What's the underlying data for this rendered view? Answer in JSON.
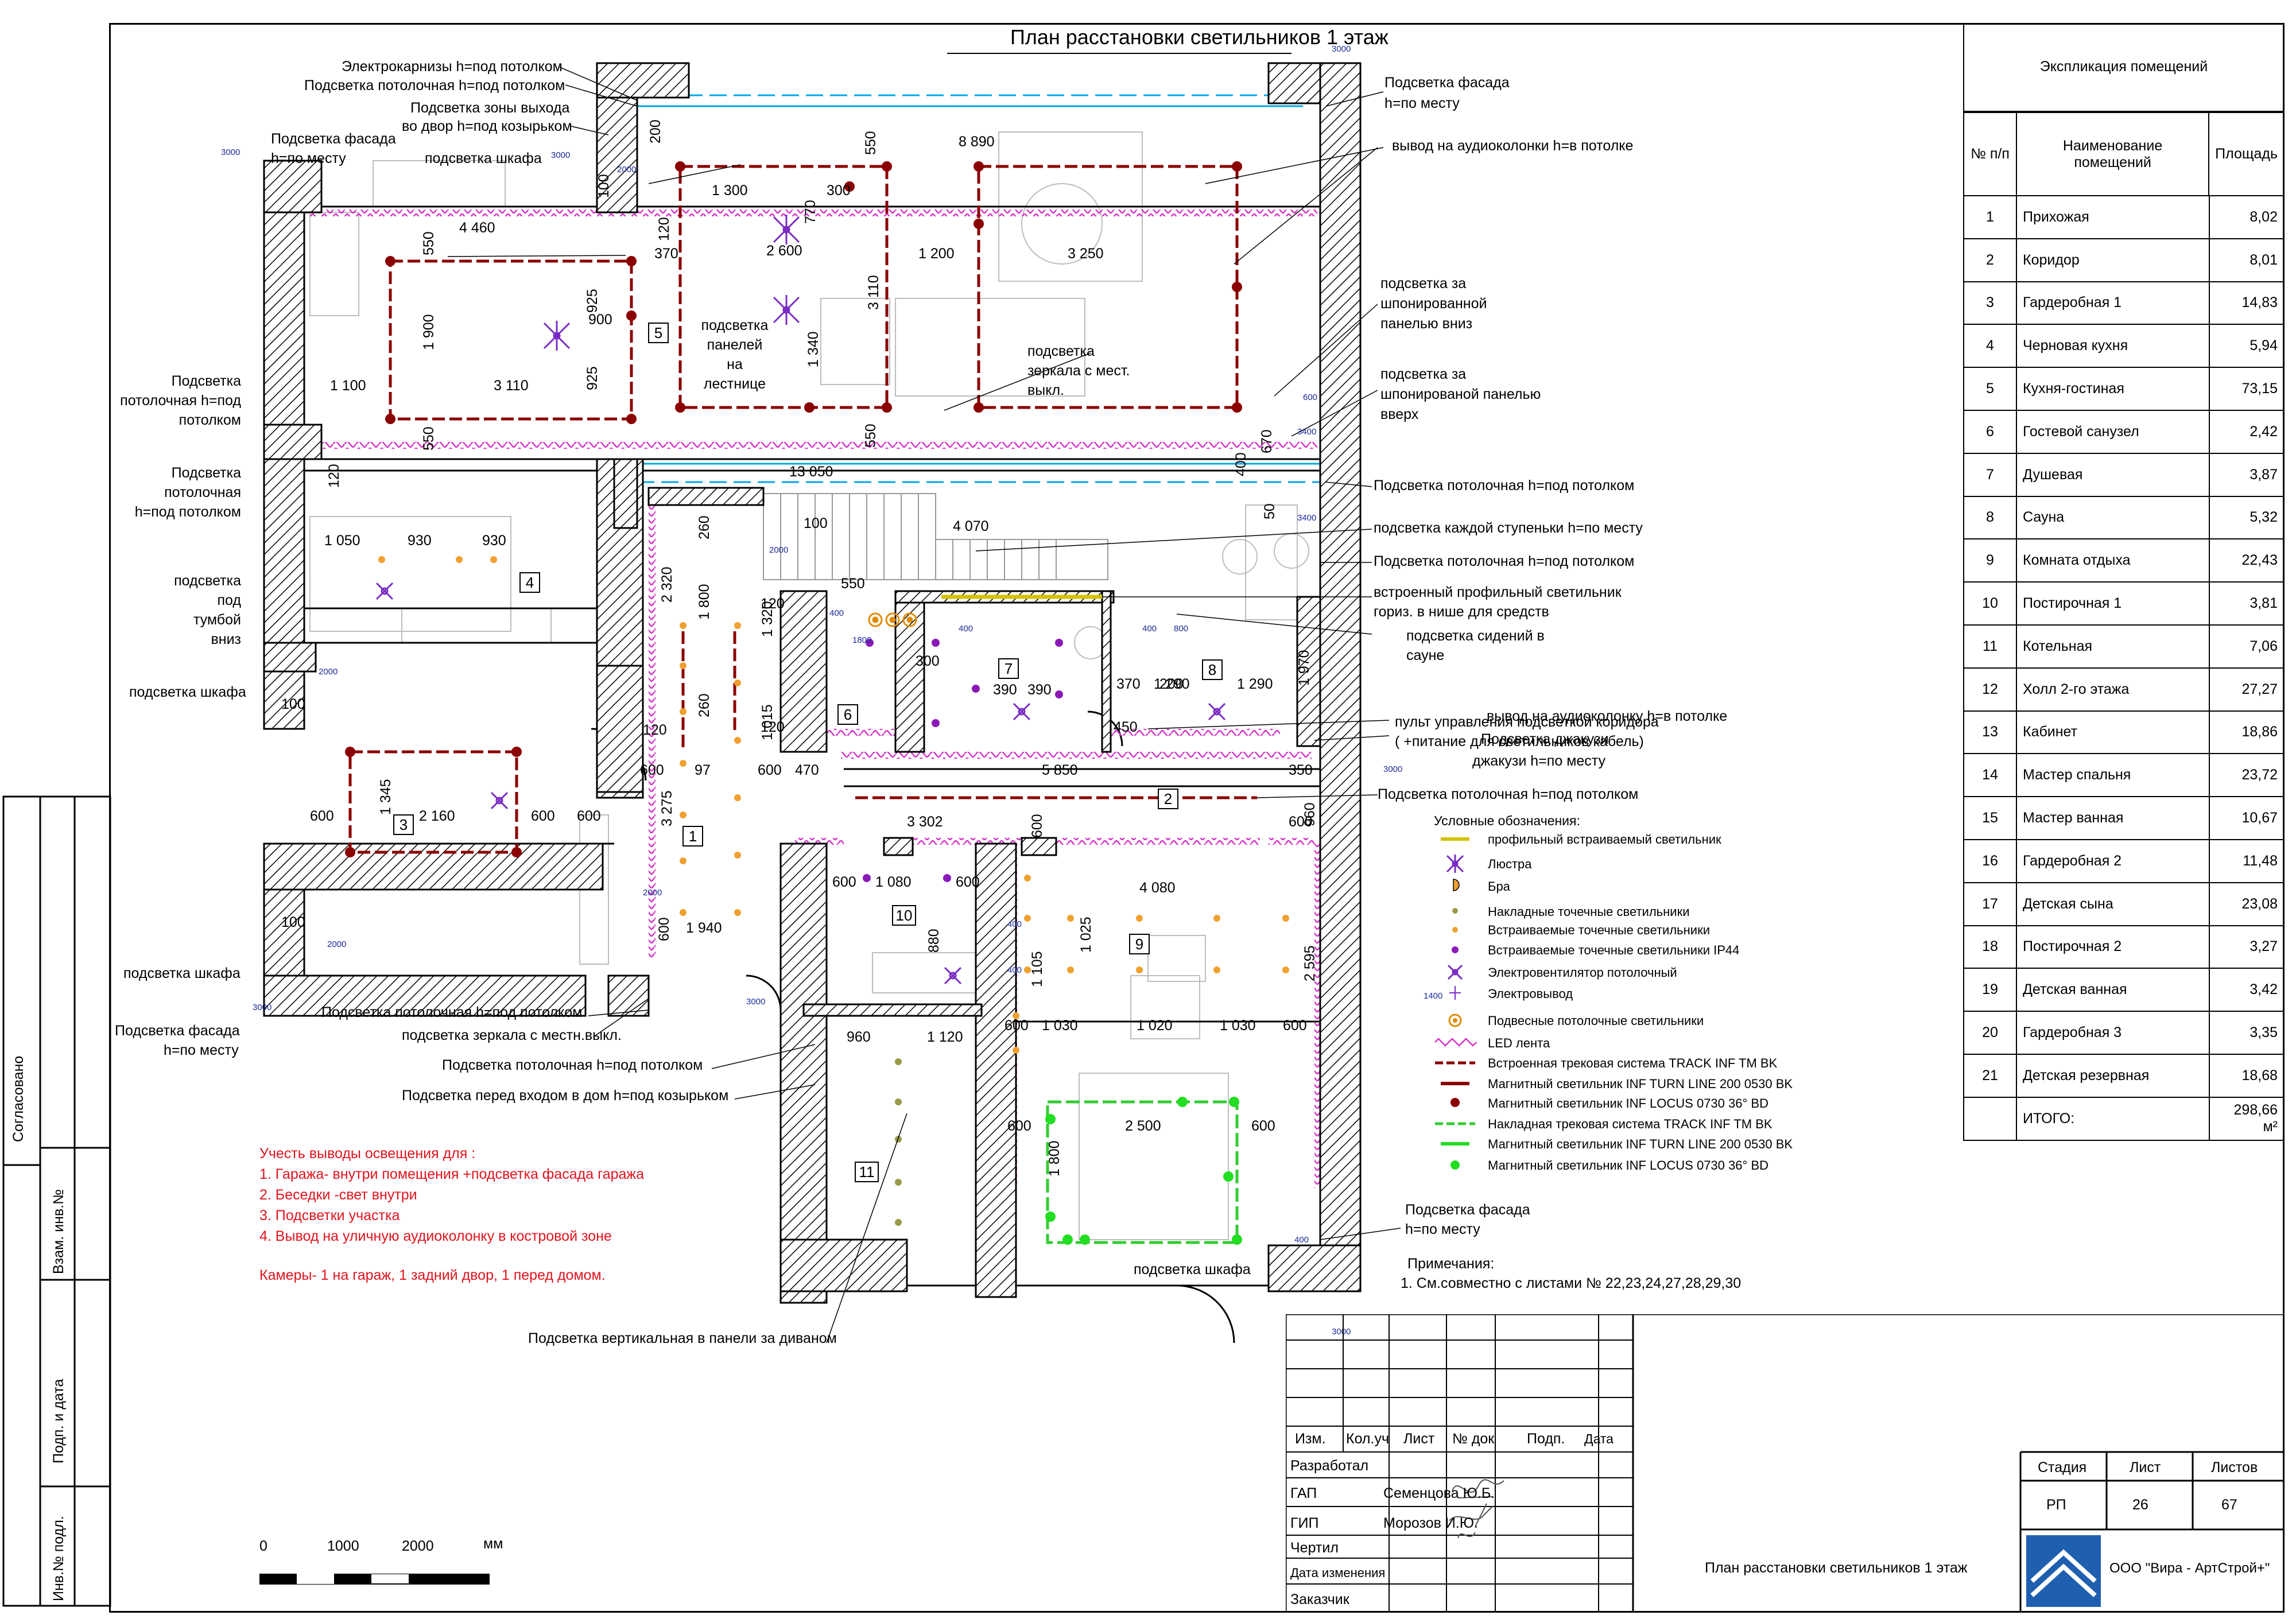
{
  "title": "План расстановки светильников 1 этаж",
  "explication": {
    "title": "Экспликация помещений",
    "head": {
      "num": "№ п/п",
      "name": "Наименование помещений",
      "area": "Площадь"
    },
    "rows": [
      [
        "1",
        "Прихожая",
        "8,02"
      ],
      [
        "2",
        "Коридор",
        "8,01"
      ],
      [
        "3",
        "Гардеробная 1",
        "14,83"
      ],
      [
        "4",
        "Черновая кухня",
        "5,94"
      ],
      [
        "5",
        "Кухня-гостиная",
        "73,15"
      ],
      [
        "6",
        "Гостевой санузел",
        "2,42"
      ],
      [
        "7",
        "Душевая",
        "3,87"
      ],
      [
        "8",
        "Сауна",
        "5,32"
      ],
      [
        "9",
        "Комната отдыха",
        "22,43"
      ],
      [
        "10",
        "Постирочная 1",
        "3,81"
      ],
      [
        "11",
        "Котельная",
        "7,06"
      ],
      [
        "12",
        "Холл 2-го этажа",
        "27,27"
      ],
      [
        "13",
        "Кабинет",
        "18,86"
      ],
      [
        "14",
        "Мастер спальня",
        "23,72"
      ],
      [
        "15",
        "Мастер ванная",
        "10,67"
      ],
      [
        "16",
        "Гардеробная 2",
        "11,48"
      ],
      [
        "17",
        "Детская сына",
        "23,08"
      ],
      [
        "18",
        "Постирочная 2",
        "3,27"
      ],
      [
        "19",
        "Детская ванная",
        "3,42"
      ],
      [
        "20",
        "Гардеробная 3",
        "3,35"
      ],
      [
        "21",
        "Детская резервная",
        "18,68"
      ]
    ],
    "total_label": "ИТОГО:",
    "total_value": "298,66 м²"
  },
  "callouts_left": {
    "cornice": "Электрокарнизы h=под потолком",
    "ceiling_top": "Подсветка потолочная h=под потолком",
    "exit_zone_1": "Подсветка  зоны выхода",
    "exit_zone_2": "во двор  h=под козырьком",
    "facade_nw_1": "Подсветка фасада",
    "facade_nw_2": "h=по месту",
    "wardrobe_top": "подсветка шкафа",
    "ceil_l1_1": "Подсветка",
    "ceil_l1_2": "потолочная h=под",
    "ceil_l1_3": "потолком",
    "ceil_l2_1": "Подсветка",
    "ceil_l2_2": "потолочная",
    "ceil_l2_3": "h=под потолком",
    "cabinet_1": "подсветка",
    "cabinet_2": "под",
    "cabinet_3": "тумбой",
    "cabinet_4": "вниз",
    "wardrobe_l1": "подсветка шкафа",
    "wardrobe_l2": "подсветка шкафа",
    "facade_sw_1": "Подсветка фасада",
    "facade_sw_2": "h=по месту",
    "ceil_mid": "Подсветка потолочная h=под потолком",
    "mirror": "подсветка зеркала с местн.выкл.",
    "ceil_low": "Подсветка потолочная h=под потолком",
    "entry": "Подсветка перед входом в дом  h=под козырьком",
    "panel_1": "подсветка",
    "panel_2": "панелей",
    "panel_3": "на",
    "panel_4": "лестнице",
    "mirror2_1": "подсветка",
    "mirror2_2": "зеркала с мест.",
    "mirror2_3": "выкл.",
    "vertical": "Подсветка вертикальная в панели за диваном"
  },
  "callouts_right": {
    "facade_ne_1": "Подсветка фасада",
    "facade_ne_2": "h=по месту",
    "audio": "вывод на аудиоколонки h=в потолке",
    "veneer_down_1": "подсветка за",
    "veneer_down_2": "шпонированной",
    "veneer_down_3": "панелью вниз",
    "veneer_up_1": "подсветка за",
    "veneer_up_2": "шпонированой панелью",
    "veneer_up_3": "вверх",
    "ceil_r1": "Подсветка потолочная h=под потолком",
    "steps": "подсветка каждой ступеньки h=по месту",
    "ceil_r2": "Подсветка потолочная h=под потолком",
    "profile_1": "встроенный профильный светильник",
    "profile_2": "гориз. в нише для средств",
    "sauna_1": "подсветка сидений в",
    "sauna_2": "сауне",
    "audio2_1": "вывод на аудиоколонку h=в потолке",
    "remote_1": "пульт управления подсветкой коридора",
    "remote_2": "( +питание для светильников кабель)",
    "jacuzzi_1": "Подсветка джакузи",
    "jacuzzi_2": "джакузи h=по месту",
    "ceil_r3": "Подсветка потолочная h=под потолком",
    "facade_se_1": "Подсветка фасада",
    "facade_se_2": "h=по месту",
    "wardrobe_r": "подсветка шкафа"
  },
  "legend": {
    "title": "Условные обозначения:",
    "items": [
      "профильный встраиваемый светильник",
      "Люстра",
      "Бра",
      "Накладные точечные светильники",
      "Встраиваемые точечные светильники",
      "Встраиваемые точечные светильники IP44",
      "Электровентилятор потолочный",
      "Электровывод",
      "Подвесные потолочные светильники",
      "LED лента",
      "Встроенная трековая система TRACK INF TM BK",
      "Магнитный светильник INF TURN LINE 200 0530 BK",
      "Магнитный светильник INF LOCUS 0730 36° BD",
      "Накладная трековая система TRACK INF TM BK",
      "Магнитный светильник INF TURN LINE 200 0530 BK",
      "Магнитный светильник INF LOCUS 0730 36° BD"
    ]
  },
  "notes": {
    "title": "Примечания:",
    "line1": "1. См.совместно с листами № 22,23,24,27,28,29,30"
  },
  "red_notes": {
    "line0": "Учесть  выводы освещения для :",
    "line1": "1. Гаража- внутри помещения +подсветка фасада гаража",
    "line2": "2. Беседки -свет внутри",
    "line3": "3. Подсветки участка",
    "line4": "4. Вывод на уличную аудиоколонку в костровой зоне",
    "line5": "Камеры- 1 на гараж,  1 задний двор, 1 перед домом."
  },
  "scale": {
    "t0": "0",
    "t1": "1000",
    "t2": "2000",
    "unit": "мм"
  },
  "side_stamp": {
    "agreed": "Согласовано",
    "inv_repl": "Взам. инв.№",
    "sign_date": "Подп. и дата",
    "inv_orig": "Инв.№ подл."
  },
  "stamp": {
    "cols": [
      "Изм.",
      "Кол.уч",
      "Лист",
      "№ док",
      "Подп.",
      "Дата"
    ],
    "developed": "Разработал",
    "gap": "ГАП",
    "gap_name": "Семенцова Ю.Б.",
    "gip": "ГИП",
    "gip_name": "Морозов И.Ю.",
    "drawn": "Чертил",
    "change_date": "Дата изменения",
    "customer": "Заказчик",
    "sheet_title": "План расстановки светильников 1 этаж",
    "stage_label": "Стадия",
    "sheet_label": "Лист",
    "sheets_label": "Листов",
    "stage": "РП",
    "sheet": "26",
    "sheets": "67",
    "company": "ООО \"Вира - АртСтрой+\""
  },
  "rooms": {
    "r1": "1",
    "r2": "2",
    "r3": "3",
    "r4": "4",
    "r5": "5",
    "r6": "6",
    "r7": "7",
    "r8": "8",
    "r9": "9",
    "r10": "10",
    "r11": "11"
  },
  "dims": {
    "d8890": "8 890",
    "d4460": "4 460",
    "d1300": "1 300",
    "d300": "300",
    "d770": "770",
    "d2600": "2 600",
    "d1200": "1 200",
    "d3250": "3 250",
    "d3110a": "3 110",
    "d370": "370",
    "d925a": "925",
    "d900": "900",
    "d925b": "925",
    "d1900": "1 900",
    "d1100": "1 100",
    "d3110": "3 110",
    "d1340": "1 340",
    "d550a": "550",
    "d550b": "550",
    "d550c": "550",
    "d550d": "550",
    "d13050": "13 050",
    "d4070": "4 070",
    "d1050": "1 050",
    "d930a": "930",
    "d930b": "930",
    "d390": "390",
    "d450": "450",
    "d2320": "2 320",
    "d1800": "1 800",
    "d260a": "260",
    "d260b": "260",
    "d1320": "1 320",
    "d1015": "1 015",
    "d5850": "5 850",
    "d3302": "3 302",
    "d4080": "4 080",
    "d2595": "2 595",
    "d600a": "600",
    "d2160": "2 160",
    "d1345": "1 345",
    "d3275": "3 275",
    "d1940": "1 940",
    "d1080": "1 080",
    "d880": "880",
    "d1120": "1 120",
    "d960": "960",
    "d1030a": "1 030",
    "d1020": "1 020",
    "d1030b": "1 030",
    "d2500": "2 500",
    "d1800b": "1 800",
    "d1105": "1 105",
    "d1025": "1 025",
    "d1290a": "1 290",
    "d1290b": "1 290",
    "d1970": "1 970",
    "d350": "350",
    "d960b": "960",
    "d120": "120",
    "d100": "100",
    "d200": "200",
    "d670": "670",
    "d400": "400",
    "d50": "50",
    "d470": "470",
    "d97": "97"
  },
  "level_marks": {
    "h3000": "3000",
    "h2000": "2000",
    "h1800": "1800",
    "h400": "400",
    "h600": "600",
    "h3400": "3400",
    "h800": "800",
    "h1400": "1400"
  },
  "colors": {
    "wall_hatch": "#000000",
    "led_strip": "#d633c9",
    "track_embedded": "#8b0000",
    "track_overhead": "#33cc33",
    "magnet_green": "#22dd22",
    "spot_surface": "#9a9a4a",
    "spot_embedded": "#f0a030",
    "spot_ip44": "#8a1ab8",
    "fan_chandelier": "#7a2cc4",
    "profile_light": "#d4c200",
    "dim_blue": "#1a2b9a",
    "note_red": "#e0141e",
    "logo_blue": "#1f5fb0"
  }
}
